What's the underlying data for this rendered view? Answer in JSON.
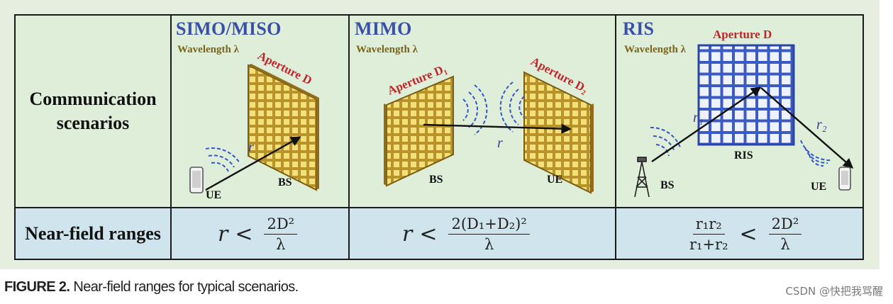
{
  "table": {
    "row_headers": {
      "scenarios_line1": "Communication",
      "scenarios_line2": "scenarios",
      "ranges": "Near-field ranges"
    },
    "columns": [
      {
        "title": "SIMO/MISO",
        "wavelength": "Wavelength λ",
        "aperture": "Aperture D",
        "distance": "r",
        "ue": "UE",
        "bs": "BS",
        "formula": {
          "lhs": "r",
          "rel": "<",
          "num": "2D²",
          "den": "λ"
        }
      },
      {
        "title": "MIMO",
        "wavelength": "Wavelength λ",
        "aperture_left": "Aperture D₁",
        "aperture_right": "Aperture D₂",
        "distance": "r",
        "bs": "BS",
        "ue": "UE",
        "formula": {
          "lhs": "r",
          "rel": "<",
          "num": "2(D₁+D₂)²",
          "den": "λ"
        }
      },
      {
        "title": "RIS",
        "wavelength": "Wavelength λ",
        "aperture": "Aperture D",
        "ris": "RIS",
        "r1": "r₁",
        "r2": "r₂",
        "bs": "BS",
        "ue": "UE",
        "formula": {
          "lhs_num": "r₁r₂",
          "lhs_den": "r₁+r₂",
          "rel": "<",
          "num": "2D²",
          "den": "λ"
        }
      }
    ]
  },
  "caption": {
    "label": "FIGURE 2.",
    "text": " Near-field ranges for typical scenarios."
  },
  "watermark": "CSDN @快把我骂醒",
  "colors": {
    "title_blue": "#3a50a8",
    "aperture_red": "#c0262c",
    "panel_gold": "#e9cd5a",
    "ris_blue": "#3b5bc4",
    "formula_bg": "#cfe4ec",
    "scenario_bg": "#dfeed8"
  }
}
